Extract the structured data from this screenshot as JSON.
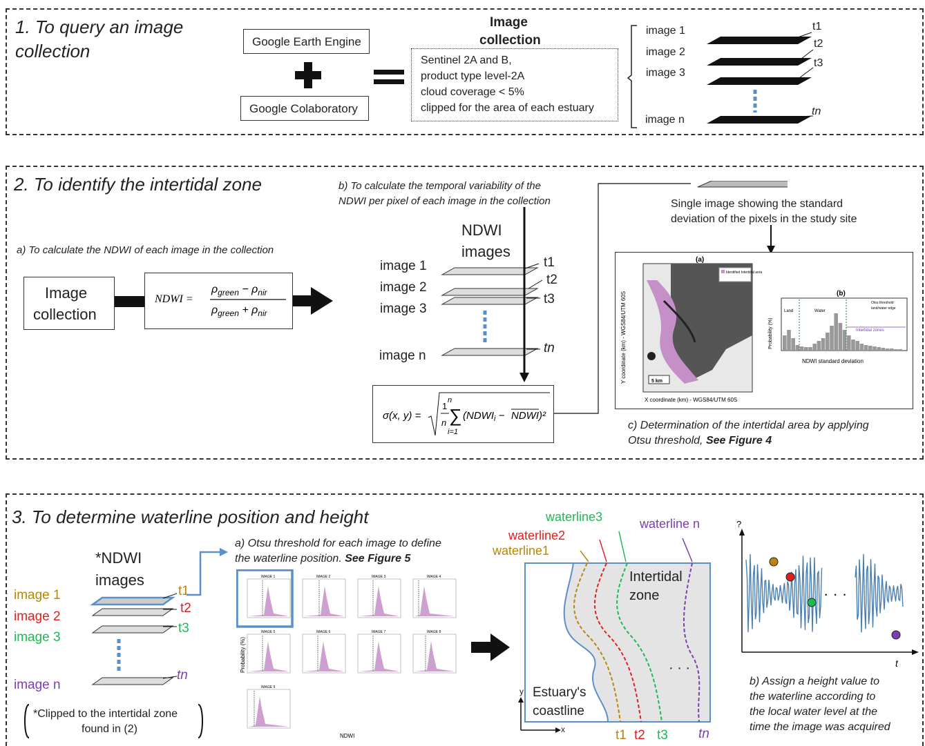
{
  "panel1": {
    "title_line1": "1. To query an image",
    "title_line2": "collection",
    "gee_label": "Google Earth Engine",
    "colab_label": "Google Colaboratory",
    "collection_heading_1": "Image",
    "collection_heading_2": "collection",
    "spec_lines": [
      "Sentinel 2A and B,",
      "product type level-2A",
      "cloud coverage < 5%",
      "clipped for the area of each estuary"
    ],
    "images": [
      "image 1",
      "image 2",
      "image 3",
      "image n"
    ],
    "times": [
      "t1",
      "t2",
      "t3",
      "tn"
    ]
  },
  "panel2": {
    "title": "2. To identify the intertidal zone",
    "step_a": "a) To calculate the NDWI of each image in the collection",
    "step_b_line1": "b) To calculate the temporal variability of the",
    "step_b_line2": "NDWI per pixel of each image in the collection",
    "image_collection_1": "Image",
    "image_collection_2": "collection",
    "ndwi_images_1": "NDWI",
    "ndwi_images_2": "images",
    "images": [
      "image 1",
      "image 2",
      "image 3",
      "image n"
    ],
    "times": [
      "t1",
      "t2",
      "t3",
      "tn"
    ],
    "single_image_line1": "Single image showing the standard",
    "single_image_line2": "deviation of the pixels in the study site",
    "step_c_line1": "c) Determination of  the intertidal area by applying",
    "step_c_line2": "Otsu threshold, ",
    "step_c_bold": "See Figure 4",
    "map_label_a": "(a)",
    "map_ylabel": "Y coordinate (km) - WGS84/UTM 60S",
    "map_xlabel": "X coordinate (km) - WGS84/UTM 60S",
    "map_scale": "5 km",
    "map_legend": "Identified Intertidal area",
    "hist_label_b": "(b)",
    "hist_ylabel": "Probability (%)",
    "hist_xlabel": "NDWI standard deviation",
    "hist_land": "Land",
    "hist_water": "Water",
    "hist_zones": "Intertidal zones",
    "hist_legend_1": "Otsu threshold",
    "hist_legend_2": "land/water edge",
    "eq_ndwi": "NDWI =",
    "eq_sigma": "σ(x, y) ="
  },
  "panel3": {
    "title": "3. To determine waterline position and height",
    "step_a_line1": "a) Otsu threshold for each image to define",
    "step_a_line2": "the waterline position. ",
    "step_a_bold": "See Figure 5",
    "ndwi_images_1": "*NDWI",
    "ndwi_images_2": "images",
    "images": [
      "image 1",
      "image 2",
      "image 3",
      "image n"
    ],
    "times": [
      "t1",
      "t2",
      "t3",
      "tn"
    ],
    "footnote_line1": "*Clipped to the intertidal zone",
    "footnote_line2": "found in (2)",
    "waterlines": [
      "waterline1",
      "waterline2",
      "waterline3",
      "waterline n"
    ],
    "intertidal_1": "Intertidal",
    "intertidal_2": "zone",
    "coast_1": "Estuary's",
    "coast_2": "coastline",
    "axis_y": "y",
    "axis_x": "x",
    "wave_y": "?",
    "wave_t": "t",
    "step_b_lines": [
      "b) Assign a height value to",
      "the waterline according to",
      "the local water level at the",
      "time the image was acquired"
    ],
    "otsu_titles": [
      "IMAGE 1",
      "IMAGE 2",
      "IMAGE 3",
      "IMAGE 4",
      "IMAGE 5",
      "IMAGE 6",
      "IMAGE 7",
      "IMAGE 8",
      "IMAGE 9"
    ],
    "otsu_ylabel": "Probability (%)",
    "otsu_xlabel": "NDWI"
  },
  "colors": {
    "t1": "#b8860b",
    "t2": "#e02020",
    "t3": "#1db954",
    "tn": "#7b3fb0",
    "accent_blue": "#5b8fc9",
    "wave": "#4a7fb0",
    "purple_fill": "#c58fc8"
  }
}
